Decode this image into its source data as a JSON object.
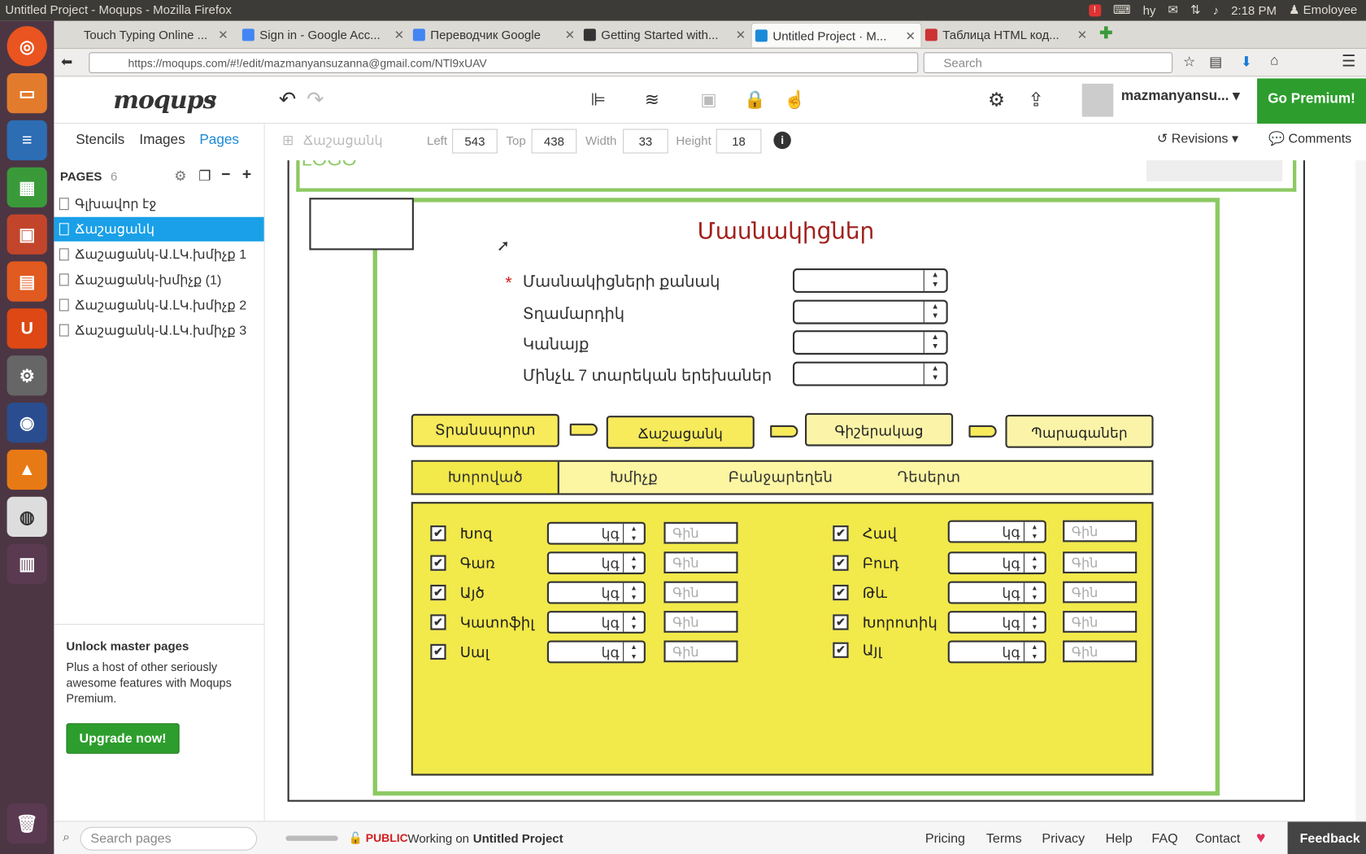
{
  "system": {
    "window_title": "Untitled Project - Moqups - Mozilla Firefox",
    "lang": "hy",
    "time": "2:18 PM",
    "user": "Emoloyee"
  },
  "browser": {
    "tabs": [
      {
        "label": "Touch Typing Online ...",
        "active": false,
        "color": "#888888"
      },
      {
        "label": "Sign in - Google Acc...",
        "active": false,
        "color": "#4285f4"
      },
      {
        "label": "Переводчик Google",
        "active": false,
        "color": "#4285f4"
      },
      {
        "label": "Getting Started with...",
        "active": false,
        "color": "#333333"
      },
      {
        "label": "Untitled Project · M...",
        "active": true,
        "color": "#1a8ad8"
      },
      {
        "label": "Таблица HTML код...",
        "active": false,
        "color": "#cc3333"
      }
    ],
    "url": "https://moqups.com/#!/edit/mazmanyansuzanna@gmail.com/NTl9xUAV",
    "search_placeholder": "Search"
  },
  "app": {
    "logo": "moqups",
    "username": "mazmanyansu...",
    "premium_label": "Go Premium!",
    "left_tabs": [
      "Stencils",
      "Images",
      "Pages"
    ],
    "active_left_tab": "Pages",
    "pages_title": "PAGES",
    "pages_count": "6",
    "pages": [
      "Գլխավոր էջ",
      "Ճաշացանկ",
      "Ճաշացանկ-Ա.ԼԿ.խմիչք 1",
      "Ճաշացանկ-խմիչք (1)",
      "Ճաշացանկ-Ա.ԼԿ.խմիչք 2",
      "Ճաշացանկ-Ա.ԼԿ.խմիչք 3"
    ],
    "selected_page": "Ճաշացանկ",
    "promo": {
      "title": "Unlock master pages",
      "text": "Plus a host of other seriously awesome features with Moqups Premium.",
      "button": "Upgrade now!"
    },
    "props": {
      "element": "Ճաշացանկ",
      "left_label": "Left",
      "left": "543",
      "top_label": "Top",
      "top": "438",
      "width_label": "Width",
      "width": "33",
      "height_label": "Height",
      "height": "18"
    },
    "revisions": "Revisions",
    "comments": "Comments",
    "footer": {
      "search_placeholder": "Search pages",
      "public": "PUBLIC",
      "working_on": "Working on",
      "project": "Untitled Project",
      "links": [
        "Pricing",
        "Terms",
        "Privacy",
        "Help",
        "FAQ",
        "Contact"
      ],
      "feedback": "Feedback"
    }
  },
  "wireframe": {
    "logo_text": "LOGO",
    "title": "Մասնակիցներ",
    "required_mark": "*",
    "fields": [
      "Մասնակիցների քանակ",
      "Տղամարդիկ",
      "Կանայք",
      "Մինչև 7 տարեկան երեխաներ"
    ],
    "steps": [
      "Տրանսպորտ",
      "Ճաշացանկ",
      "Գիշերակաց",
      "Պարագաներ"
    ],
    "tabs": [
      "Խորոված",
      "Խմիչք",
      "Բանջարեղեն",
      "Դեսերտ"
    ],
    "active_tab": "Խորոված",
    "unit": "կգ",
    "price_placeholder": "Գին",
    "check": "✔",
    "items_left": [
      "Խոզ",
      "Գառ",
      "Այծ",
      "Կատոֆիլ",
      "Սալ"
    ],
    "items_right": [
      "Հավ",
      "Բուդ",
      "Թև",
      "Խորոտիկ",
      "Այլ"
    ]
  },
  "colors": {
    "accent_green": "#8cc963",
    "wire_yellow": "#f2e94a",
    "premium_green": "#2d9e2d",
    "selected_blue": "#1aa0e8",
    "title_red": "#a0201c"
  }
}
